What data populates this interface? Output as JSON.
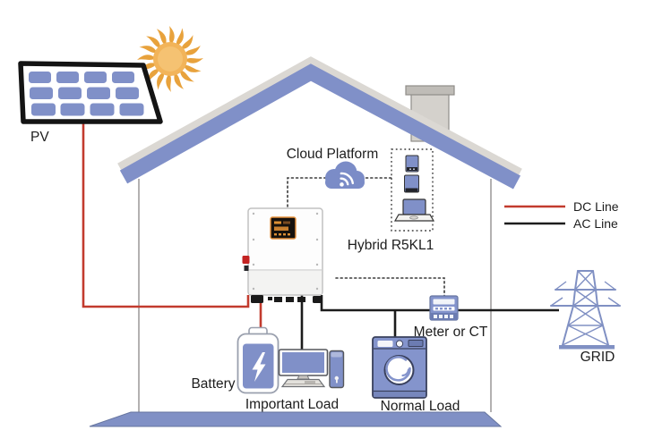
{
  "labels": {
    "pv": "PV",
    "cloud_platform": "Cloud Platform",
    "inverter_model": "Hybrid R5KL1",
    "meter": "Meter or CT",
    "battery": "Battery",
    "important_load": "Important Load",
    "normal_load": "Normal Load",
    "grid": "GRID"
  },
  "legend": {
    "items": [
      {
        "label": "DC Line",
        "color": "#c23b2e"
      },
      {
        "label": "AC Line",
        "color": "#1c1c1c"
      }
    ]
  },
  "colors": {
    "accent_blue": "#8090c8",
    "roof_blue": "#8090c8",
    "sun_orange": "#e8a23c",
    "dc_red": "#c23b2e",
    "ac_black": "#1c1c1c"
  }
}
